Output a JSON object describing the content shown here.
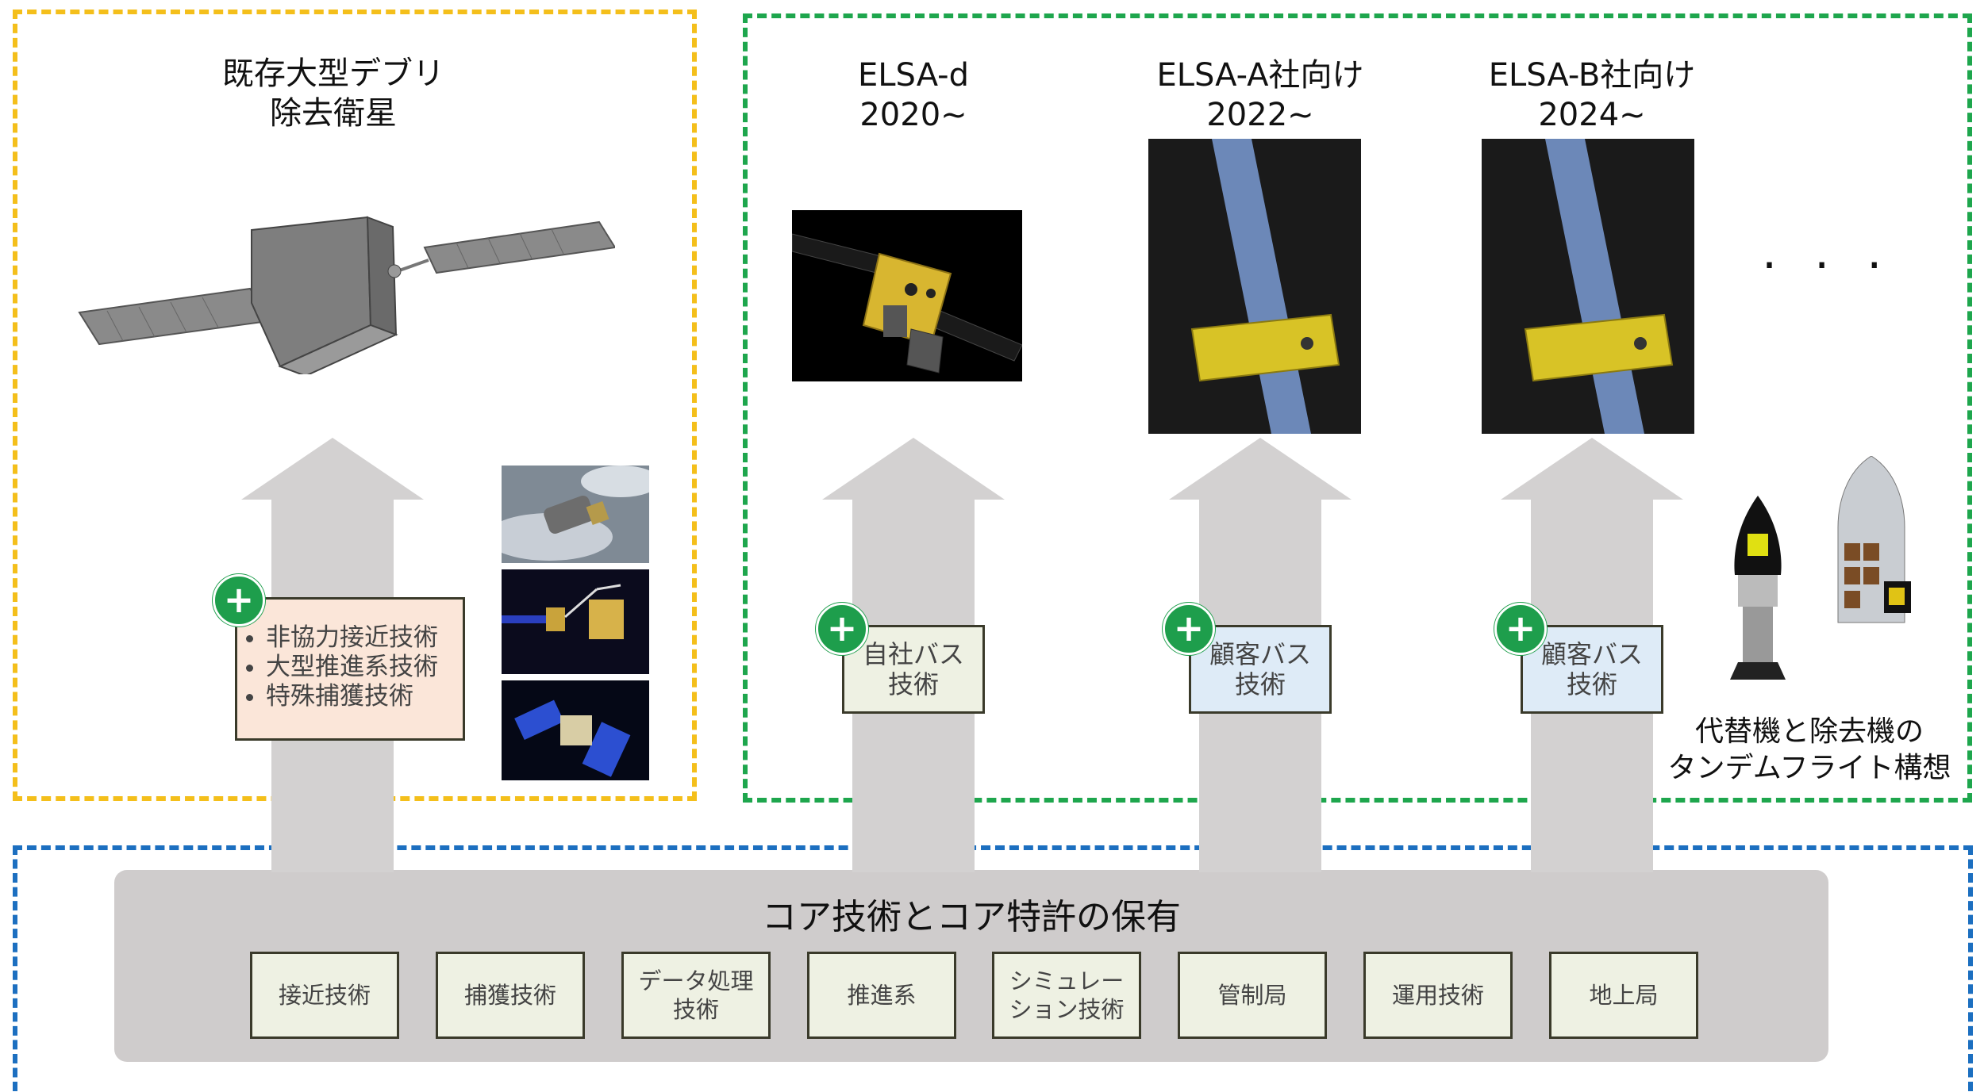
{
  "left_panel": {
    "title_line1": "既存大型デブリ",
    "title_line2": "除去衛星",
    "feature_items": [
      "非協力接近技術",
      "大型推進系技術",
      "特殊捕獲技術"
    ]
  },
  "missions": [
    {
      "name": "ELSA-d",
      "year": "2020~",
      "bus_label": "自社バス\n技術"
    },
    {
      "name": "ELSA-A社向け",
      "year": "2022~",
      "bus_label": "顧客バス\n技術"
    },
    {
      "name": "ELSA-B社向け",
      "year": "2024~",
      "bus_label": "顧客バス\n技術"
    }
  ],
  "ellipsis": "· · ·",
  "tandem_caption_line1": "代替機と除去機の",
  "tandem_caption_line2": "タンデムフライト構想",
  "core": {
    "title": "コア技術とコア特許の保有",
    "skills": [
      "接近技術",
      "捕獲技術",
      "データ処理\n技術",
      "推進系",
      "シミュレー\nション技術",
      "管制局",
      "運用技術",
      "地上局"
    ]
  },
  "plus_symbol": "+",
  "colors": {
    "frame_existing": "#f4bf1b",
    "frame_elsa": "#1ea64d",
    "frame_core": "#1c6fc0",
    "plus_badge": "#1e9e4c",
    "own_bus_box": "#eef1e3",
    "customer_bus_box": "#deebf7",
    "feature_box": "#fbe6d9"
  }
}
